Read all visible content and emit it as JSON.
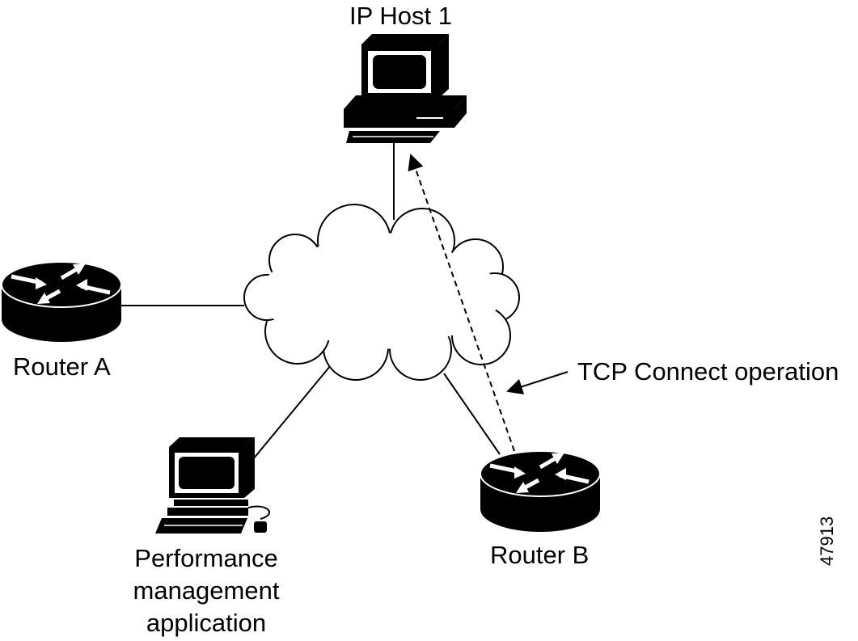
{
  "labels": {
    "ip_host": "IP Host 1",
    "router_a": "Router A",
    "router_b": "Router B",
    "operation": "TCP Connect operation",
    "perf_app": [
      "Performance",
      "management",
      "application"
    ],
    "figure_id": "47913"
  },
  "icons": {
    "ip_host": "workstation-icon",
    "router_a": "router-icon",
    "router_b": "router-icon",
    "perf_app": "workstation-with-mouse-icon",
    "network": "cloud-icon"
  },
  "colors": {
    "line": "#000000",
    "background": "#ffffff",
    "icon_fill": "#000000"
  }
}
